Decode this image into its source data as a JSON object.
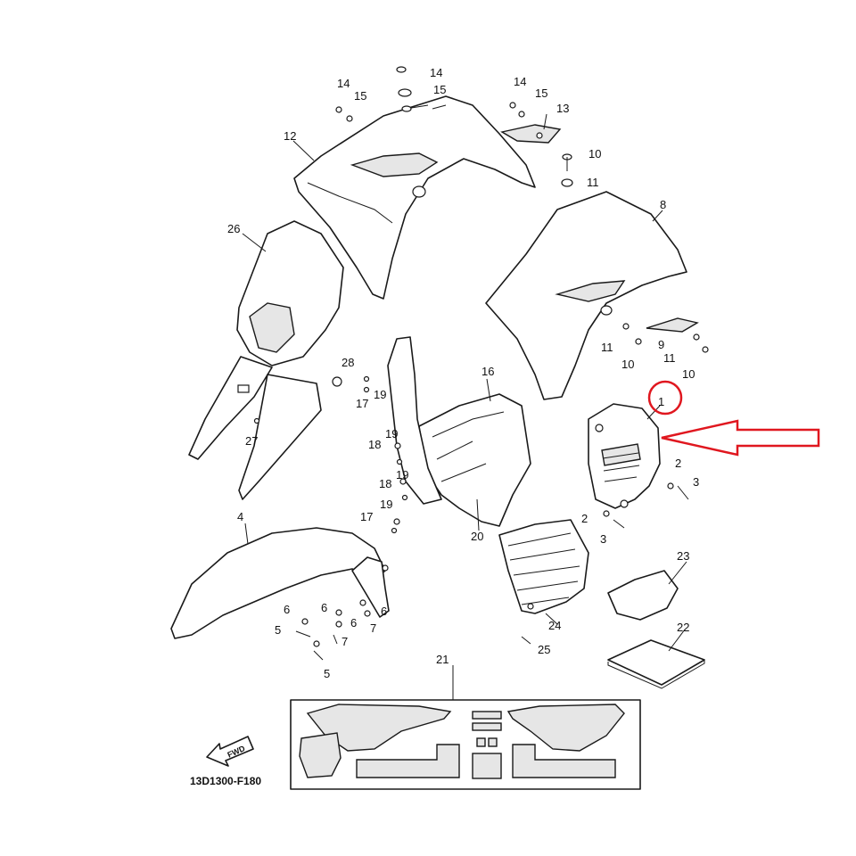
{
  "diagram_code": "13D1300-F180",
  "fwd_label": "FWD",
  "highlight": {
    "part": "1",
    "color": "#e0171f"
  },
  "callouts": {
    "c1": "1",
    "c2a": "2",
    "c2b": "2",
    "c3a": "3",
    "c3b": "3",
    "c4": "4",
    "c5a": "5",
    "c5b": "5",
    "c6a": "6",
    "c6b": "6",
    "c6c": "6",
    "c6d": "6",
    "c7a": "7",
    "c7b": "7",
    "c8": "8",
    "c9": "9",
    "c10a": "10",
    "c10b": "10",
    "c10c": "10",
    "c11a": "11",
    "c11b": "11",
    "c11c": "11",
    "c12": "12",
    "c13": "13",
    "c14a": "14",
    "c14b": "14",
    "c14c": "14",
    "c15a": "15",
    "c15b": "15",
    "c15c": "15",
    "c16": "16",
    "c17a": "17",
    "c17b": "17",
    "c18a": "18",
    "c18b": "18",
    "c19a": "19",
    "c19b": "19",
    "c19c": "19",
    "c19d": "19",
    "c20": "20",
    "c21": "21",
    "c22": "22",
    "c23": "23",
    "c24": "24",
    "c25": "25",
    "c26": "26",
    "c27": "27",
    "c28": "28"
  }
}
